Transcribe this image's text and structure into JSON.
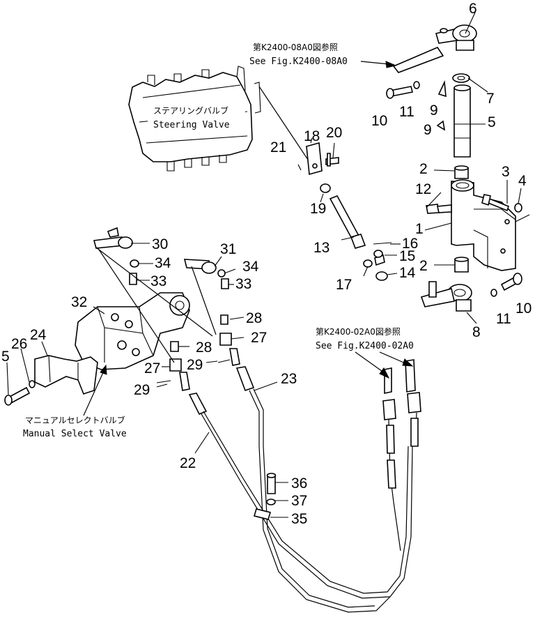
{
  "references": {
    "upper": {
      "jp": "第K2400-08A0図参照",
      "en": "See Fig.K2400-08A0"
    },
    "lower": {
      "jp": "第K2400-02A0図参照",
      "en": "See Fig.K2400-02A0"
    }
  },
  "components": {
    "steering_valve": {
      "jp": "ステアリングバルブ",
      "en": "Steering  Valve"
    },
    "manual_select_valve": {
      "jp": "マニュアルセレクトバルブ",
      "en": "Manual  Select  Valve"
    }
  },
  "part_numbers": {
    "p1": "1",
    "p2a": "2",
    "p2b": "2",
    "p3": "3",
    "p4": "4",
    "p5": "5",
    "p5b": "5",
    "p6": "6",
    "p7": "7",
    "p8": "8",
    "p9a": "9",
    "p9b": "9",
    "p10a": "10",
    "p10b": "10",
    "p11a": "11",
    "p11b": "11",
    "p12": "12",
    "p13": "13",
    "p14": "14",
    "p15": "15",
    "p16": "16",
    "p17": "17",
    "p18": "18",
    "p19": "19",
    "p20": "20",
    "p21": "21",
    "p22": "22",
    "p23": "23",
    "p24": "24",
    "p26": "26",
    "p27a": "27",
    "p27b": "27",
    "p28a": "28",
    "p28b": "28",
    "p29a": "29",
    "p29b": "29",
    "p30": "30",
    "p31": "31",
    "p32": "32",
    "p33a": "33",
    "p33b": "33",
    "p34a": "34",
    "p34b": "34",
    "p35": "35",
    "p36": "36",
    "p37": "37"
  }
}
